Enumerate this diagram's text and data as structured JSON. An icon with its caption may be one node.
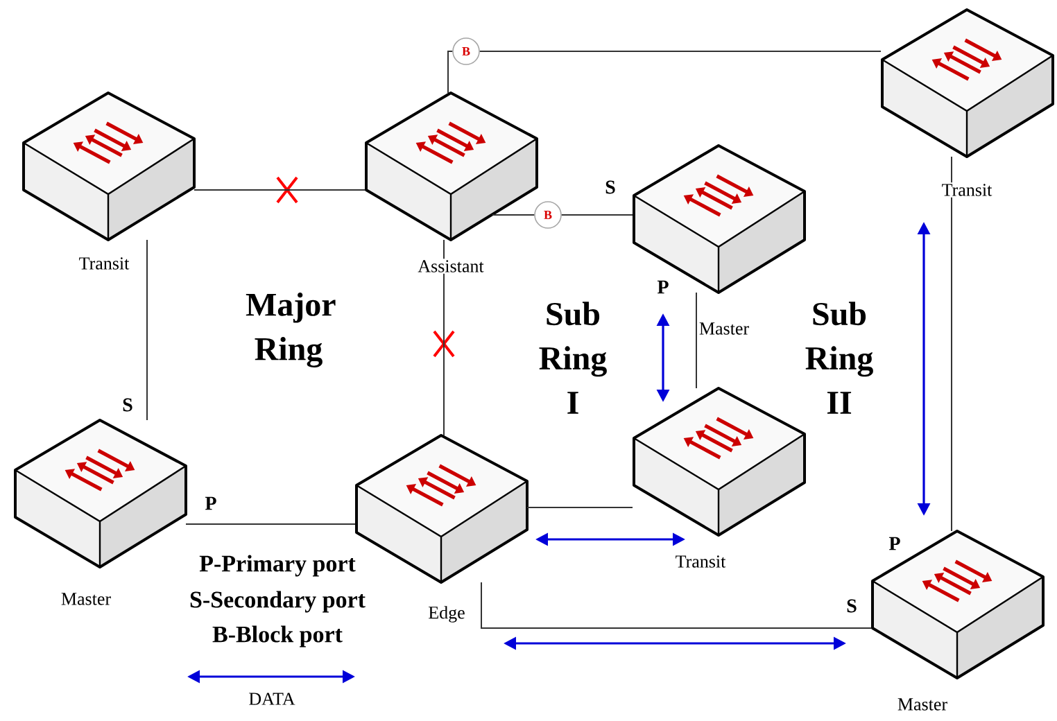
{
  "diagram": {
    "nodes": [
      {
        "text": [],
        "shape": "box",
        "beside": [
          "Transit"
        ]
      },
      {
        "text": [],
        "shape": "box",
        "beside": [
          "Assistant"
        ]
      },
      {
        "text": [
          "B"
        ]
      },
      {
        "text": [
          "B"
        ]
      },
      {
        "text": [],
        "shape": "box",
        "beside": [
          "Transit"
        ]
      },
      {
        "text": [],
        "shape": "box",
        "beside": [
          "Master"
        ]
      },
      {
        "text": [],
        "shape": "box",
        "beside": [
          "Transit"
        ]
      },
      {
        "text": [],
        "shape": "box",
        "beside": [
          "Master"
        ]
      },
      {
        "text": [],
        "shape": "box",
        "beside": [
          "Edge"
        ]
      },
      {
        "text": [],
        "shape": "box",
        "beside": [
          "Master"
        ]
      }
    ],
    "edges": [
      {
        "from": 0,
        "to": 1,
        "arrow": "none"
      },
      {
        "from": 0,
        "to": 7,
        "arrow": "none"
      },
      {
        "from": 7,
        "to": 8,
        "arrow": "none"
      },
      {
        "from": 1,
        "to": 8,
        "arrow": "none"
      },
      {
        "from": 1,
        "to": 2,
        "arrow": "none"
      },
      {
        "from": 2,
        "to": 4,
        "arrow": "none"
      },
      {
        "from": 1,
        "to": 3,
        "arrow": "none"
      },
      {
        "from": 3,
        "to": 5,
        "arrow": "none"
      },
      {
        "from": 5,
        "to": 6,
        "arrow": "none"
      },
      {
        "from": 8,
        "to": 6,
        "arrow": "none"
      },
      {
        "from": 4,
        "to": 9,
        "arrow": "none"
      },
      {
        "from": 8,
        "to": 9,
        "arrow": "none"
      }
    ],
    "labels": [
      "S",
      "P",
      "Major Ring",
      "Sub Ring I",
      "Sub Ring II",
      "S",
      "P",
      "P",
      "P-Primary port",
      "S-Secondary port",
      "S",
      "B-Block port"
    ],
    "legend": [
      {
        "text": "DATA"
      }
    ]
  }
}
